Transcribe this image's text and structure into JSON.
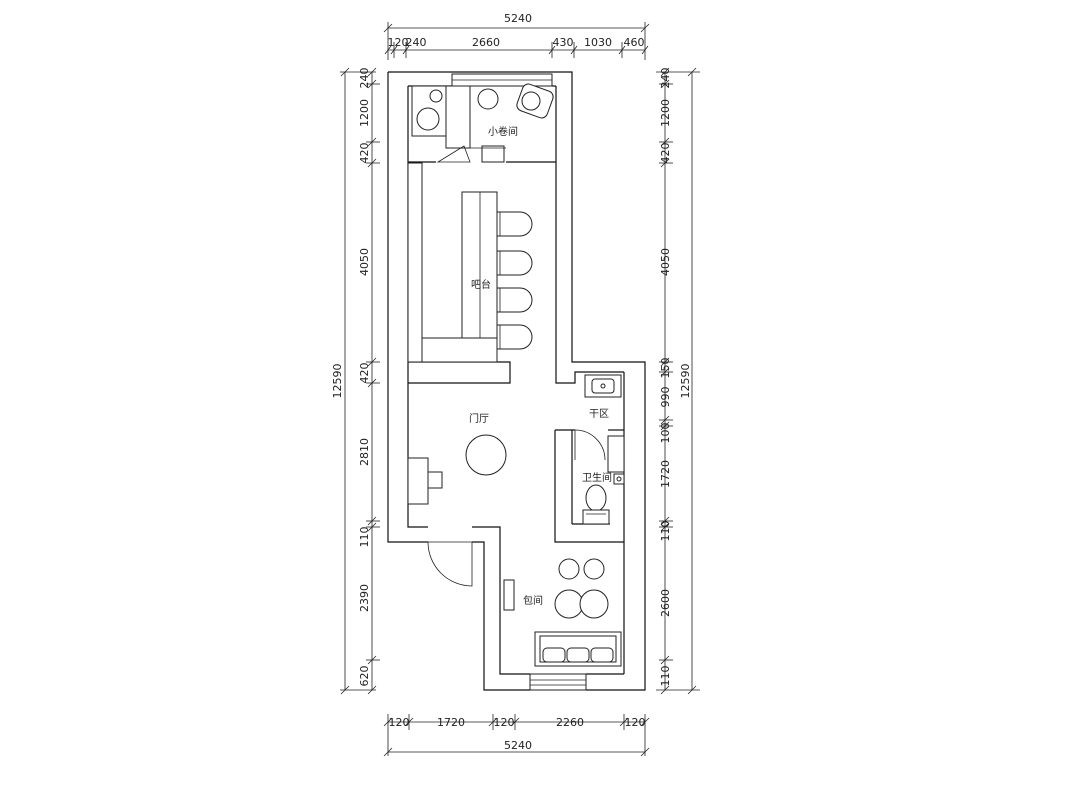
{
  "top_dimensions": {
    "total": "5240",
    "segments": [
      "120",
      "240",
      "2660",
      "430",
      "1030",
      "460"
    ]
  },
  "bottom_dimensions": {
    "total": "5240",
    "segments": [
      "120",
      "1720",
      "120",
      "2260",
      "120"
    ]
  },
  "left_dimensions": {
    "total": "12590",
    "segments": [
      "240",
      "1200",
      "420",
      "4050",
      "420",
      "2810",
      "110",
      "2390",
      "620"
    ]
  },
  "right_dimensions": {
    "total": "12590",
    "segments": [
      "240",
      "1200",
      "420",
      "4050",
      "150",
      "990",
      "100",
      "1720",
      "110",
      "2600",
      "110"
    ]
  },
  "rooms": {
    "small_room": "小卷间",
    "bar": "吧台",
    "hall": "门厅",
    "dry_area": "干区",
    "bathroom": "卫生间",
    "private_room": "包间"
  }
}
